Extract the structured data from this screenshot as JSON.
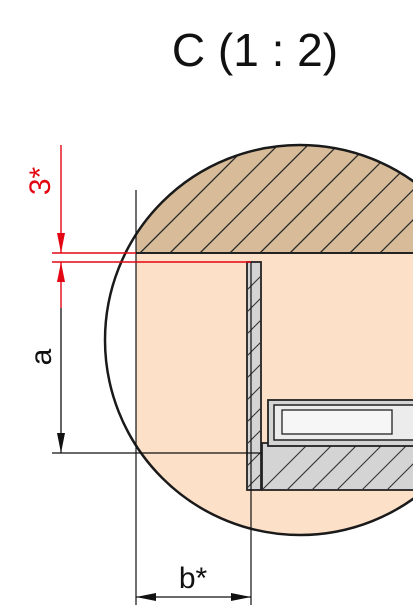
{
  "detail": {
    "title": "C (1 : 2)"
  },
  "dimensions": {
    "gap_label": "3*",
    "height_label": "a",
    "width_label": "b*"
  },
  "colors": {
    "gap_dimension": "#e30613",
    "dimension": "#000000",
    "wood_section": "#d8bc99",
    "cabinet_fill": "#fde0c8",
    "steel_part": "#d4d4d4"
  }
}
